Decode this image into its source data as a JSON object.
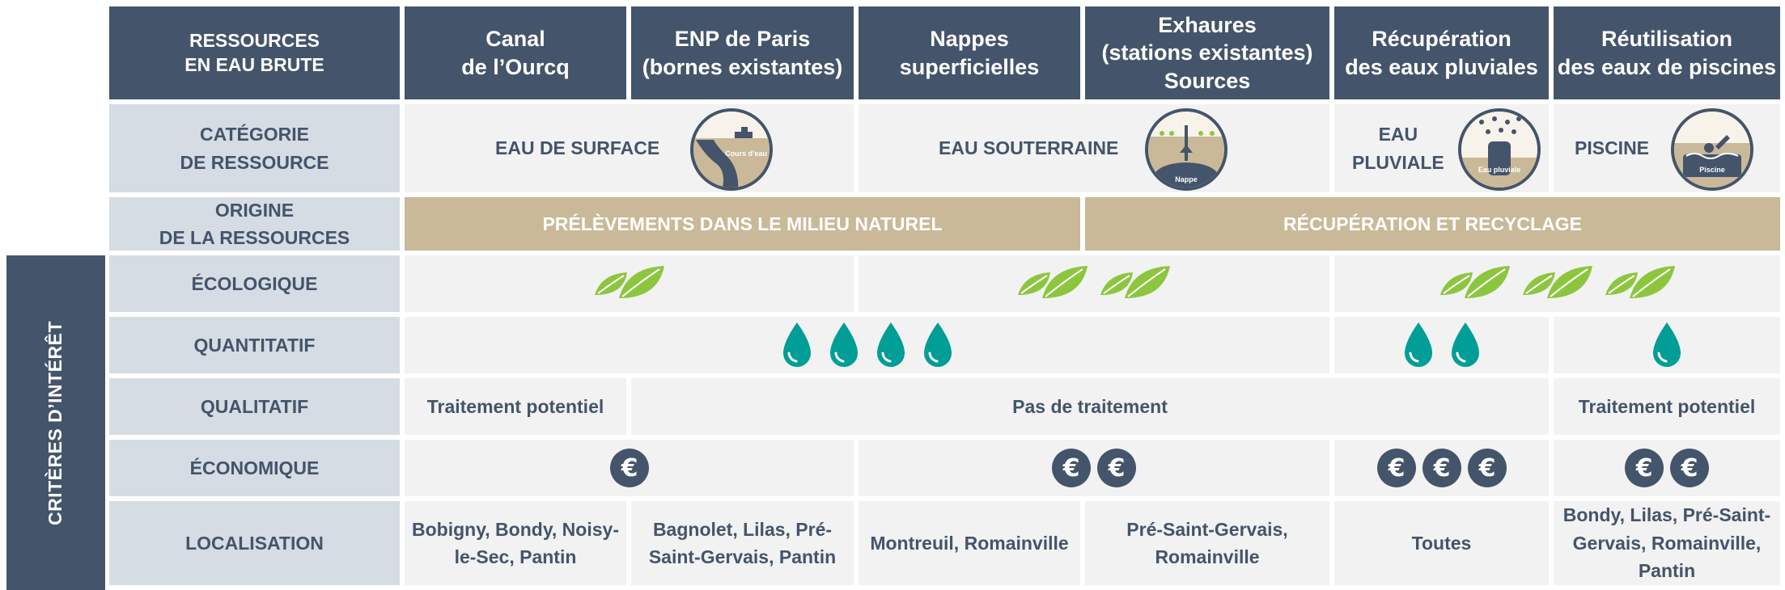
{
  "header": {
    "corner": "RESSOURCES\nEN EAU BRUTE",
    "columns": [
      "Canal\nde l’Ourcq",
      "ENP de Paris\n(bornes existantes)",
      "Nappes\nsuperficielles",
      "Exhaures\n(stations existantes)\nSources",
      "Récupération\ndes eaux pluviales",
      "Réutilisation\ndes eaux de piscines"
    ]
  },
  "side_label": "CRITÈRES D’INTÉRÊT",
  "rows": {
    "categorie": {
      "label": "CATÉGORIE\nDE RESSOURCE",
      "surface": "EAU DE SURFACE",
      "surface_icon_text": "Cours\nd'eau",
      "souterraine": "EAU SOUTERRAINE",
      "souterraine_icon_text": "Nappe",
      "pluviale": "EAU\nPLUVIALE",
      "pluviale_icon_text": "Eau pluviale",
      "piscine": "PISCINE",
      "piscine_icon_text": "Piscine"
    },
    "origine": {
      "label": "ORIGINE\nDE LA RESSOURCES",
      "naturel": "PRÉLÈVEMENTS DANS LE MILIEU NATUREL",
      "recyclage": "RÉCUPÉRATION ET RECYCLAGE"
    },
    "ecologique": {
      "label": "ÉCOLOGIQUE",
      "scores": [
        1,
        2,
        3
      ]
    },
    "quantitatif": {
      "label": "QUANTITATIF",
      "scores": [
        4,
        2,
        1
      ]
    },
    "qualitatif": {
      "label": "QUALITATIF",
      "canal": "Traitement potentiel",
      "middle": "Pas de traitement",
      "piscine": "Traitement potentiel"
    },
    "economique": {
      "label": "ÉCONOMIQUE",
      "scores": [
        1,
        2,
        3,
        2
      ]
    },
    "localisation": {
      "label": "LOCALISATION",
      "values": [
        "Bobigny, Bondy, Noisy-\nle-Sec, Pantin",
        "Bagnolet, Lilas, Pré-\nSaint-Gervais, Pantin",
        "Montreuil, Romainville",
        "Pré-Saint-Gervais,\nRomainville",
        "Toutes",
        "Bondy, Lilas, Pré-Saint-\nGervais, Romainville,\nPantin"
      ]
    }
  },
  "colors": {
    "header": "#44546a",
    "row_label": "#d6dce4",
    "body": "#f2f2f2",
    "origin_band": "#c9b998",
    "leaf": "#8cc63f",
    "drop": "#009e96",
    "euro": "#44546a"
  },
  "icons": {
    "ecologique": "leaf-icon",
    "quantitatif": "water-drop-icon",
    "economique": "euro-coin-icon"
  }
}
